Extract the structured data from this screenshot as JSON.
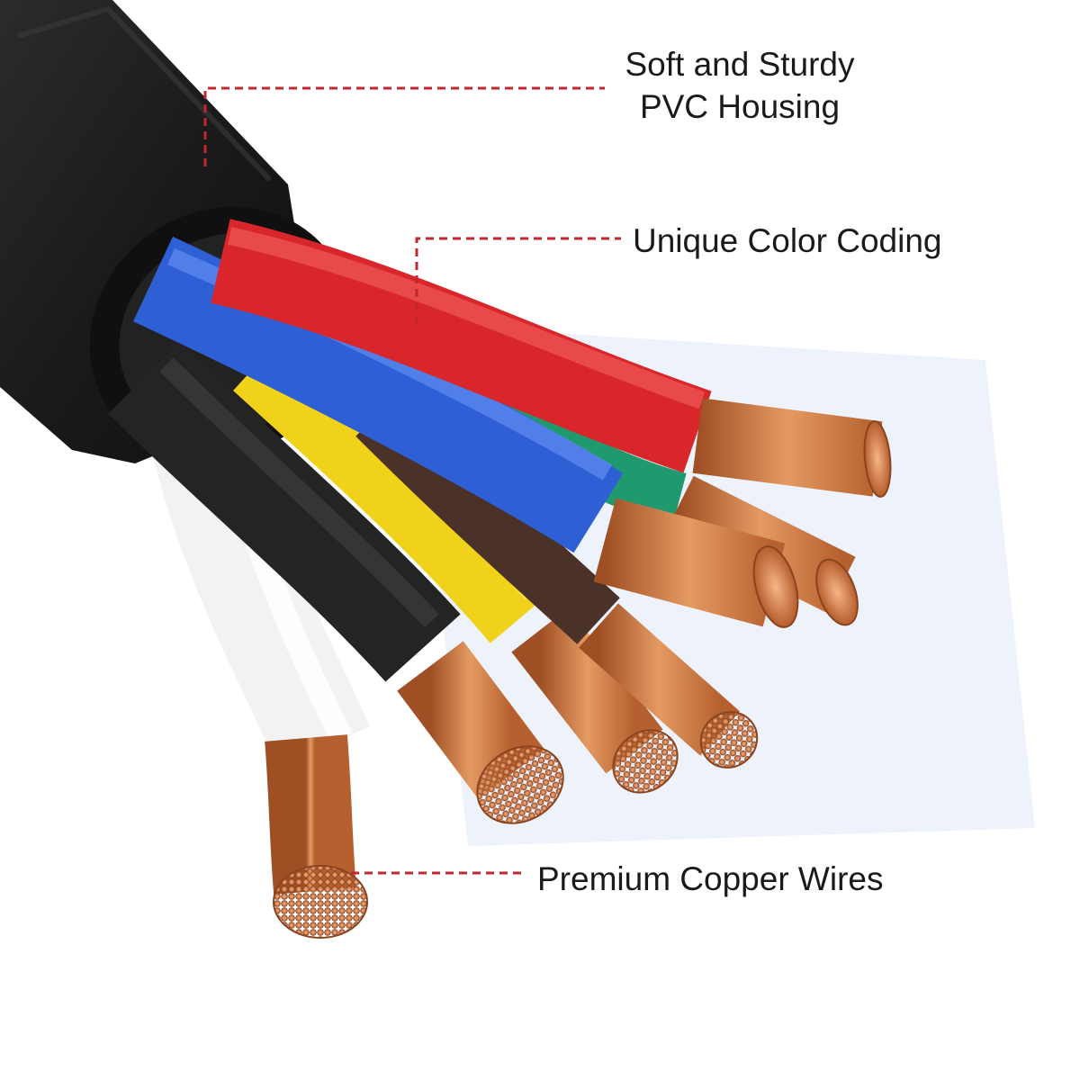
{
  "callouts": {
    "housing": {
      "line1": "Soft and Sturdy",
      "line2": "PVC Housing"
    },
    "coding": {
      "text": "Unique Color Coding"
    },
    "copper": {
      "text": "Premium Copper Wires"
    }
  },
  "colors": {
    "leader_line": "#c0282d",
    "jacket": "#1e1e1e",
    "wire_red": "#d8262b",
    "wire_blue": "#2f5fd4",
    "wire_green": "#1f9a6e",
    "wire_yellow": "#f1d21a",
    "wire_brown": "#4a3228",
    "wire_black": "#242424",
    "wire_white": "#f2f2f2",
    "copper": "#c8703f",
    "backdrop": "#eef3fb"
  }
}
